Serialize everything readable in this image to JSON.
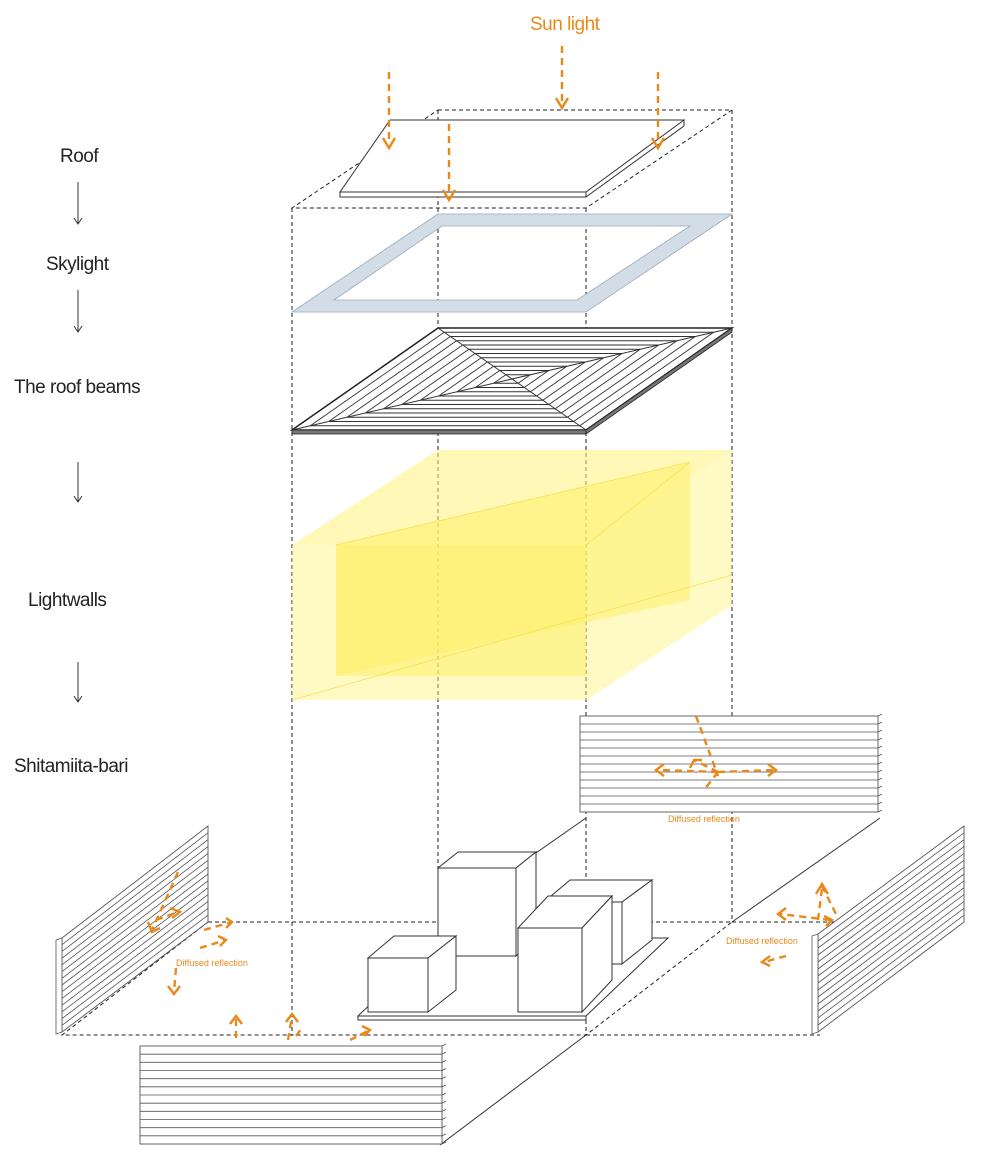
{
  "title": "Sun light",
  "layers": [
    {
      "id": "roof",
      "label": "Roof"
    },
    {
      "id": "skylight",
      "label": "Skylight"
    },
    {
      "id": "roof-beams",
      "label": "The roof beams"
    },
    {
      "id": "lightwalls",
      "label": "Lightwalls"
    },
    {
      "id": "shitamiita",
      "label": "Shitamiita-bari"
    }
  ],
  "annotations": {
    "diffused_right_upper": "Diffused reflection",
    "diffused_left": "Diffused reflection",
    "diffused_right": "Diffused reflection"
  },
  "colors": {
    "sunlight": "#e8891a",
    "skylight_frame": "#d3dde8",
    "lightwall": "#fff27a"
  }
}
